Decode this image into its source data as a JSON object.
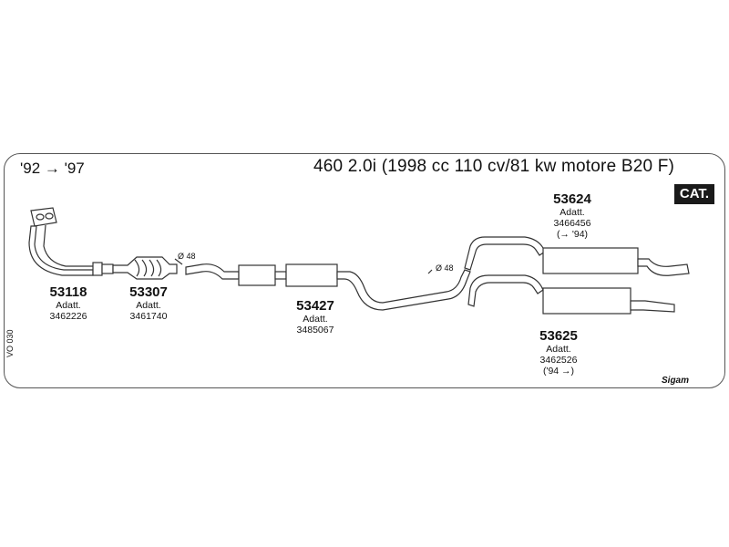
{
  "header": {
    "years": "'92 → '97",
    "title": "460 2.0i (1998 cc 110 cv/81 kw motore B20 F)",
    "cat_badge": "CAT."
  },
  "diameters": {
    "first": "Ø 48",
    "second": "Ø 48"
  },
  "parts": [
    {
      "number": "53118",
      "label": "Adatt.",
      "code": "3462226",
      "note": ""
    },
    {
      "number": "53307",
      "label": "Adatt.",
      "code": "3461740",
      "note": ""
    },
    {
      "number": "53427",
      "label": "Adatt.",
      "code": "3485067",
      "note": ""
    },
    {
      "number": "53624",
      "label": "Adatt.",
      "code": "3466456",
      "note": "(→ '94)"
    },
    {
      "number": "53625",
      "label": "Adatt.",
      "code": "3462526",
      "note": "('94 →)"
    }
  ],
  "side_code": "VO 030",
  "brand": "Sigam",
  "colors": {
    "line": "#333333",
    "fill": "#ffffff",
    "badge": "#1a1a1a"
  }
}
